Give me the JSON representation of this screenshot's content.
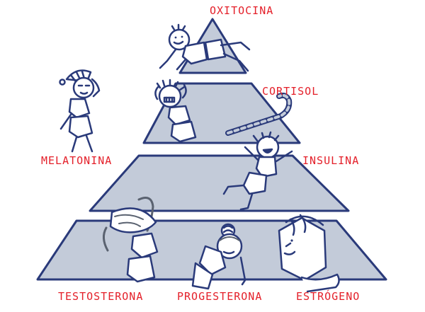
{
  "hormones": {
    "top": "OXITOCINA",
    "left_side": "MELATONINA",
    "right_upper": "CORTISOL",
    "right_middle": "INSULINA",
    "bottom_left": "TESTOSTERONA",
    "bottom_center": "PROGESTERONA",
    "bottom_right": "ESTRÓGENO"
  },
  "colors": {
    "label": "#e4202a",
    "outline": "#2a3a7a",
    "tier_fill": "#c3cbd9",
    "figure_fill": "#ffffff",
    "hair": "#5a6270"
  },
  "icons": [
    "pyramid-diagram",
    "stick-figure-character",
    "candy-cane-icon"
  ]
}
